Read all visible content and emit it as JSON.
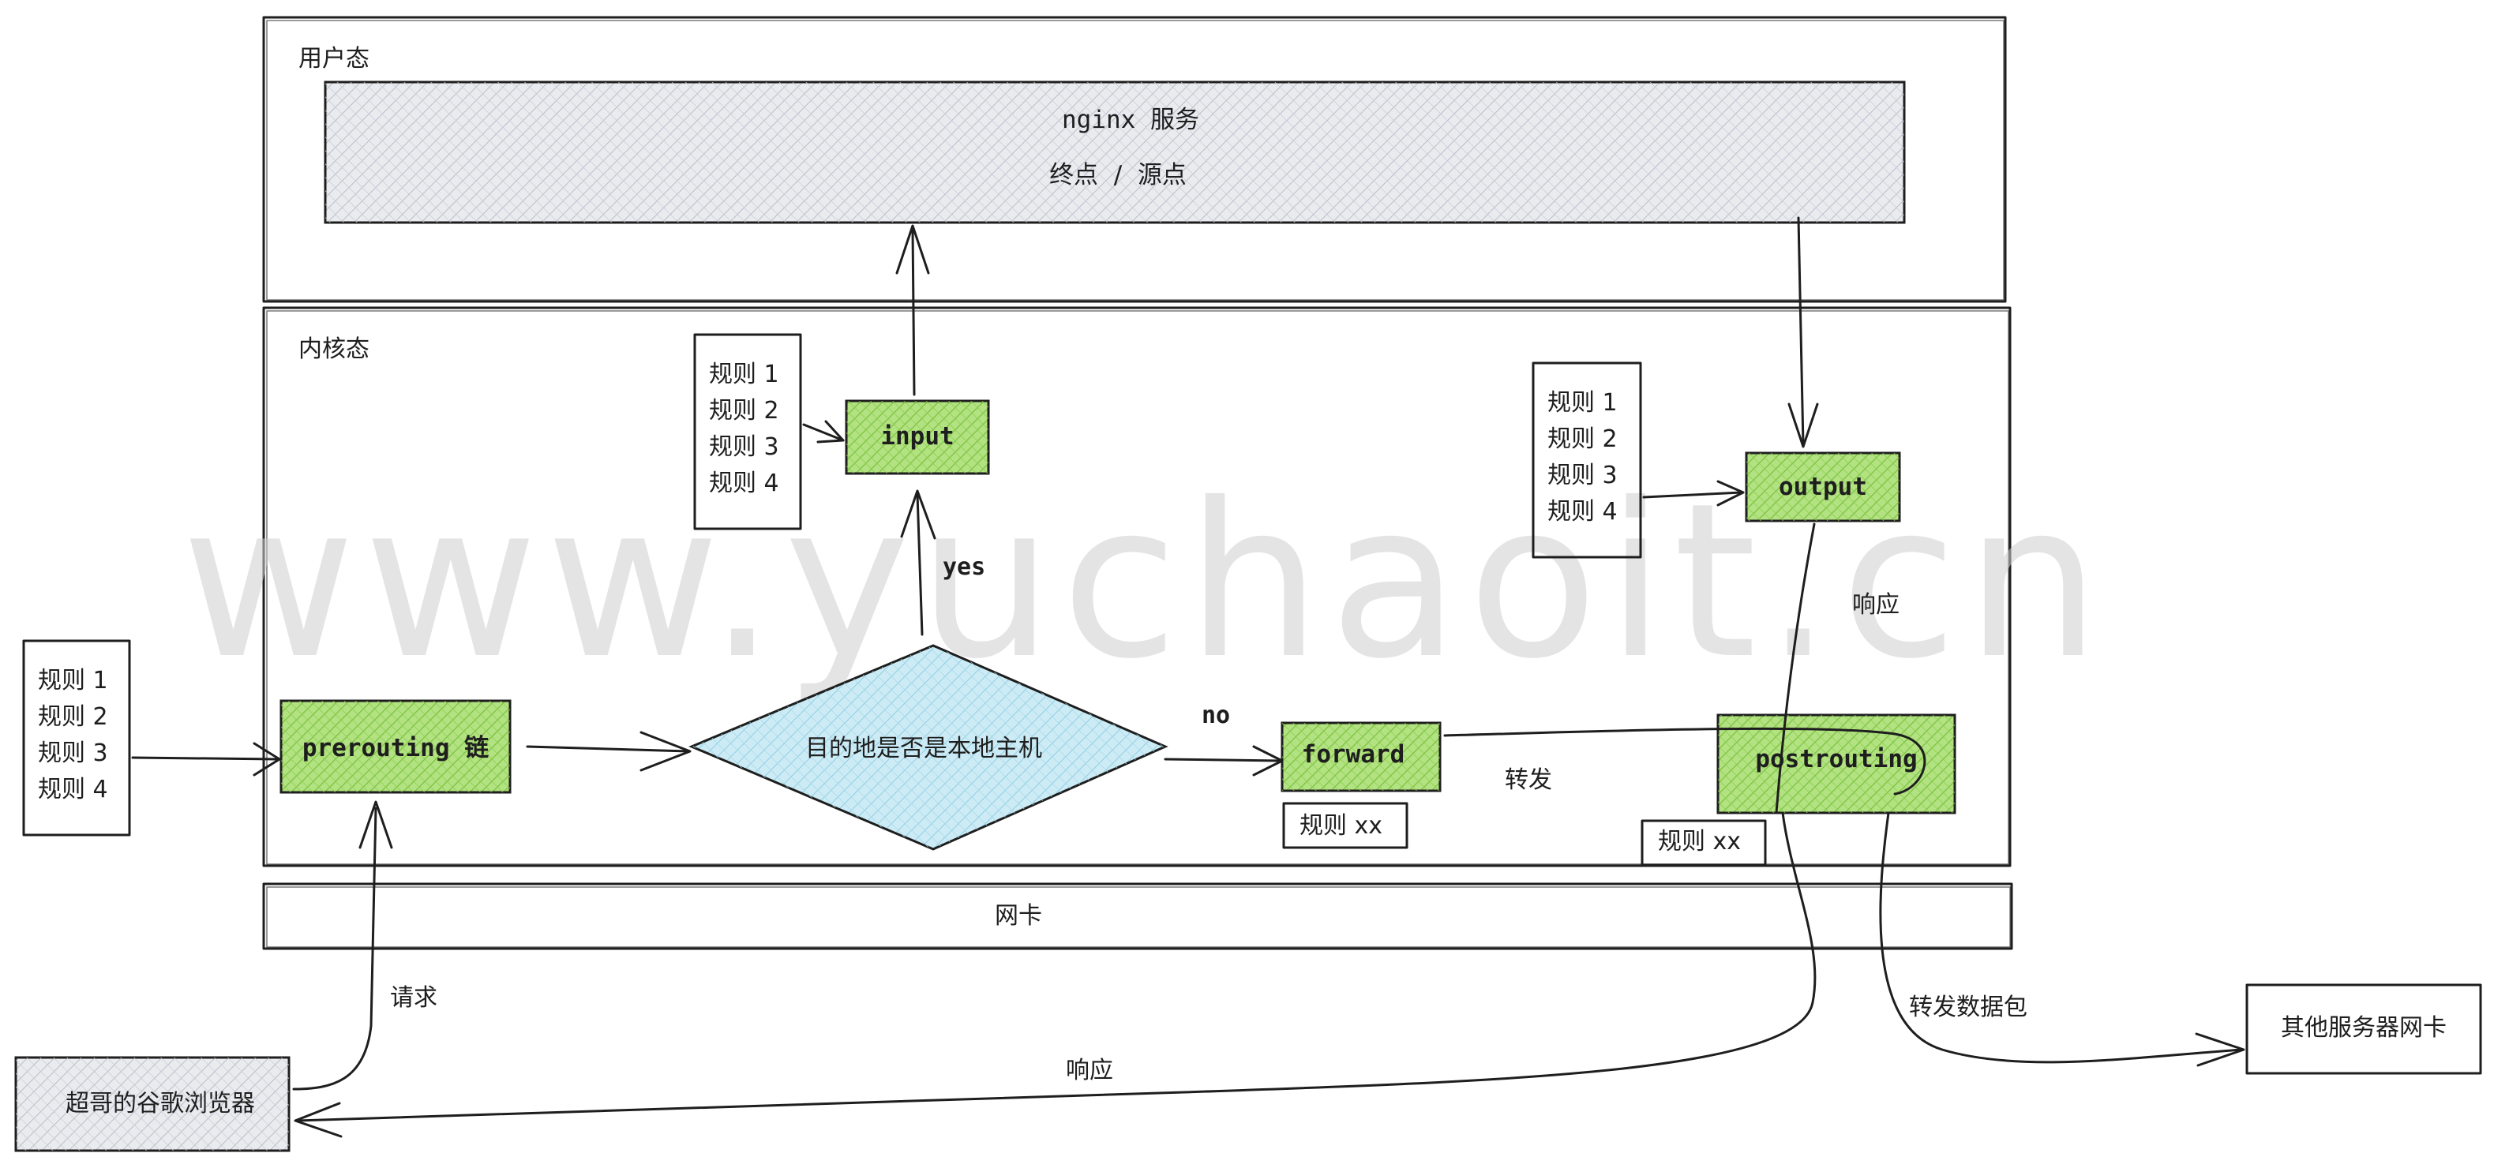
{
  "zones": {
    "user_space": "用户态",
    "kernel_space": "内核态",
    "nic": "网卡"
  },
  "nginx": {
    "title": "nginx 服务",
    "subtitle": "终点  /  源点"
  },
  "rules": {
    "list": [
      "规则 1",
      "规则 2",
      "规则 3",
      "规则 4"
    ],
    "xx": "规则 xx"
  },
  "chains": {
    "prerouting": "prerouting 链",
    "input": "input",
    "output": "output",
    "forward": "forward",
    "postrouting": "postrouting"
  },
  "decision": "目的地是否是本地主机",
  "edge_labels": {
    "yes": "yes",
    "no": "no",
    "forward": "转发",
    "response_top": "响应",
    "request": "请求",
    "response_bottom": "响应",
    "forward_packet": "转发数据包"
  },
  "endpoints": {
    "browser": "超哥的谷歌浏览器",
    "other_server": "其他服务器网卡"
  },
  "watermark": "www.yuchaoit.cn",
  "colors": {
    "ink": "#1e1e1e",
    "green_fill": "#b2e281",
    "green_hatch": "#7cc142",
    "gray_fill": "#e9ebef",
    "gray_hatch": "#b9bec8",
    "blue_fill": "#cdebf5",
    "blue_hatch": "#8fcfe4",
    "watermark": "#cfcfcf"
  }
}
